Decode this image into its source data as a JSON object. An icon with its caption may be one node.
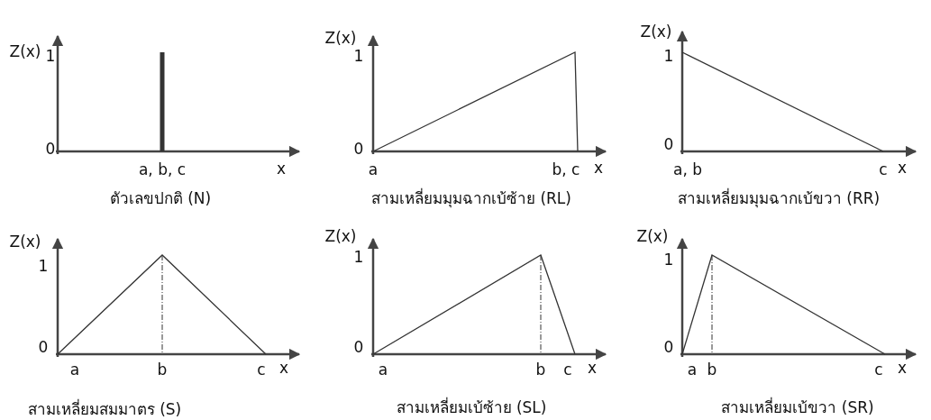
{
  "diagram": {
    "labels": [
      "Z(x)",
      "1",
      "0",
      "a, b, c",
      "x",
      "ตัวเลขปกติ (N)",
      "Z(x)",
      "1",
      "0",
      "a",
      "b, c",
      "x",
      "สามเหลี่ยมมุมฉากเบ้ซ้าย (RL)",
      "Z(x)",
      "1",
      "0",
      "a, b",
      "c",
      "x",
      "สามเหลี่ยมมุมฉากเบ้ขวา (RR)",
      "Z(x)",
      "1",
      "0",
      "a",
      "b",
      "c",
      "x",
      "สามเหลี่ยมสมมาตร (S)",
      "Z(x)",
      "1",
      "0",
      "a",
      "b",
      "c",
      "x",
      "สามเหลี่ยมเบ้ซ้าย (SL)",
      "Z(x)",
      "1",
      "0",
      "a",
      "b",
      "c",
      "x",
      "สามเหลี่ยมเบ้ขวา (SR)"
    ]
  }
}
